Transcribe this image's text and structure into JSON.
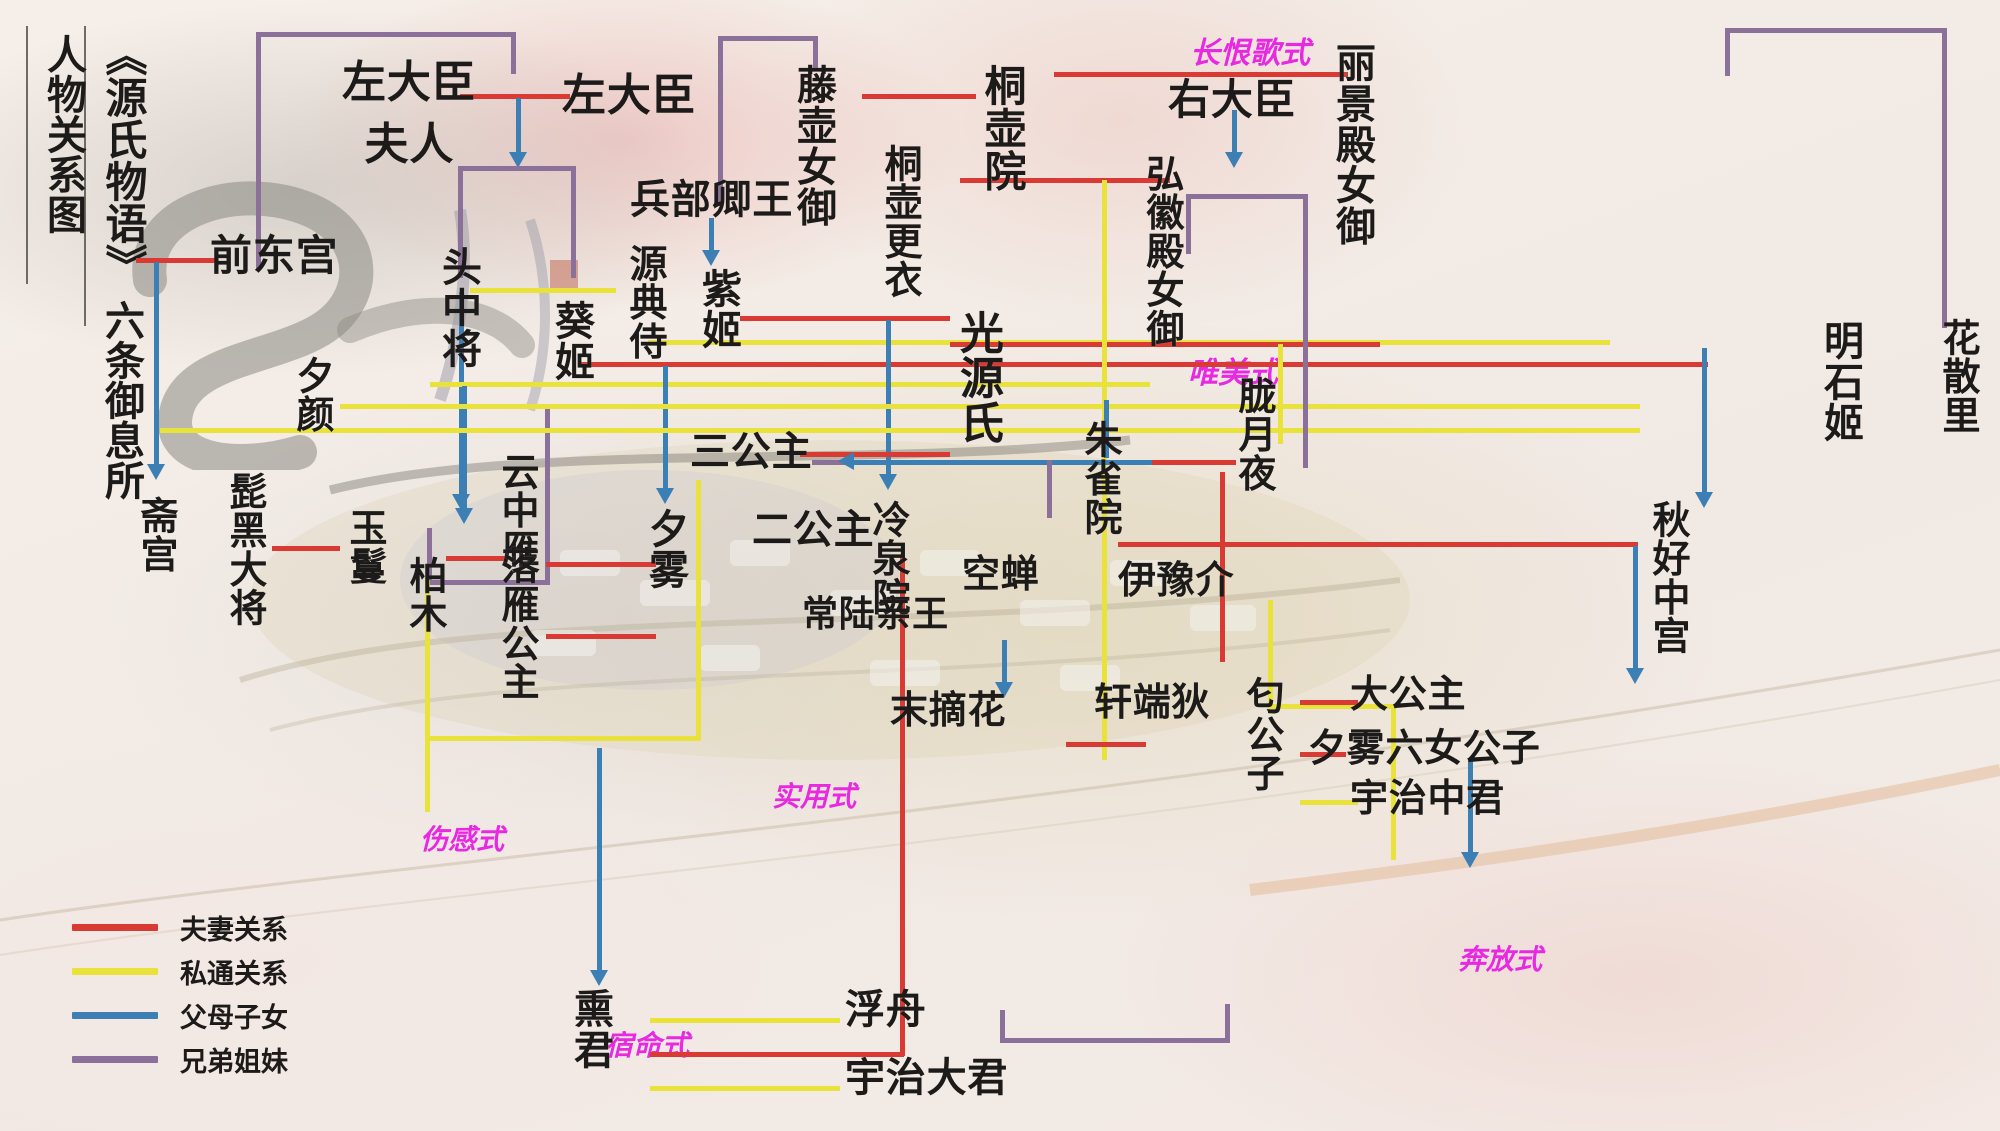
{
  "title": {
    "line1": "人物关系图",
    "line2": "《源氏物语》",
    "line3": "六条御息所"
  },
  "legend": {
    "items": [
      {
        "label": "夫妻关系",
        "color": "#d93a34",
        "key": "marriage"
      },
      {
        "label": "私通关系",
        "color": "#e8e23a",
        "key": "affair"
      },
      {
        "label": "父母子女",
        "color": "#3b7fb5",
        "key": "parent-child"
      },
      {
        "label": "兄弟姐妹",
        "color": "#8b7099",
        "key": "siblings"
      }
    ]
  },
  "annotations": [
    {
      "id": "chang-hen-ge",
      "text": "长恨歌式"
    },
    {
      "id": "wei-mei",
      "text": "唯美式"
    },
    {
      "id": "shi-yong",
      "text": "实用式"
    },
    {
      "id": "shang-gan",
      "text": "伤感式"
    },
    {
      "id": "su-ming",
      "text": "宿命式"
    },
    {
      "id": "ben-fang",
      "text": "奔放式"
    }
  ],
  "nodes": {
    "zuodaichen_furen": "左大臣\n夫人",
    "zuodaichen": "左大臣",
    "qiandonggong": "前东宫",
    "touzhongjiang": "头中将",
    "aoiji": "葵姬",
    "xiyan": "夕颜",
    "zhaigong": "斋宫",
    "bihei_dajiang": "髭黑大将",
    "yuman": "玉鬘",
    "bomu": "柏木",
    "yunzhongyan": "云中雁",
    "luoyan_gongzhu": "落雁公主",
    "xiwu": "夕雾",
    "bingbuqingwang": "兵部卿王",
    "yuandianshi": "源典侍",
    "ziji": "紫姬",
    "fujingnvyu": "藤壶女御",
    "tonghuyuan": "桐壶院",
    "tonghugengyi": "桐壶更衣",
    "guangyuanshi": "光源氏",
    "sangongzhu": "三公主",
    "ergongzhu": "二公主",
    "lengquanyuan": "冷泉院",
    "changlu_qinwang": "常陆亲王",
    "mozhaihua": "末摘花",
    "kongchan": "空蝉",
    "yiyujie": "伊豫介",
    "xuanduandi": "轩端狄",
    "youdaichen": "右大臣",
    "honghuidian_nvyu": "弘徽殿女御",
    "zhuqueyuan": "朱雀院",
    "longyueye": "胧月夜",
    "lijingdian_nvyu": "丽景殿女御",
    "huasanli": "花散里",
    "mingshiji": "明石姬",
    "qiuhao_zhonggong": "秋好中宫",
    "nigongzi": "匂公子",
    "dagongzhu": "大公主",
    "xiwu_liunv_gongzi": "夕雾六女公子",
    "yuzhi_zhongjun": "宇治中君",
    "xunjun": "熏君",
    "fuzhou": "浮舟",
    "yuzhi_dajun": "宇治大君"
  }
}
